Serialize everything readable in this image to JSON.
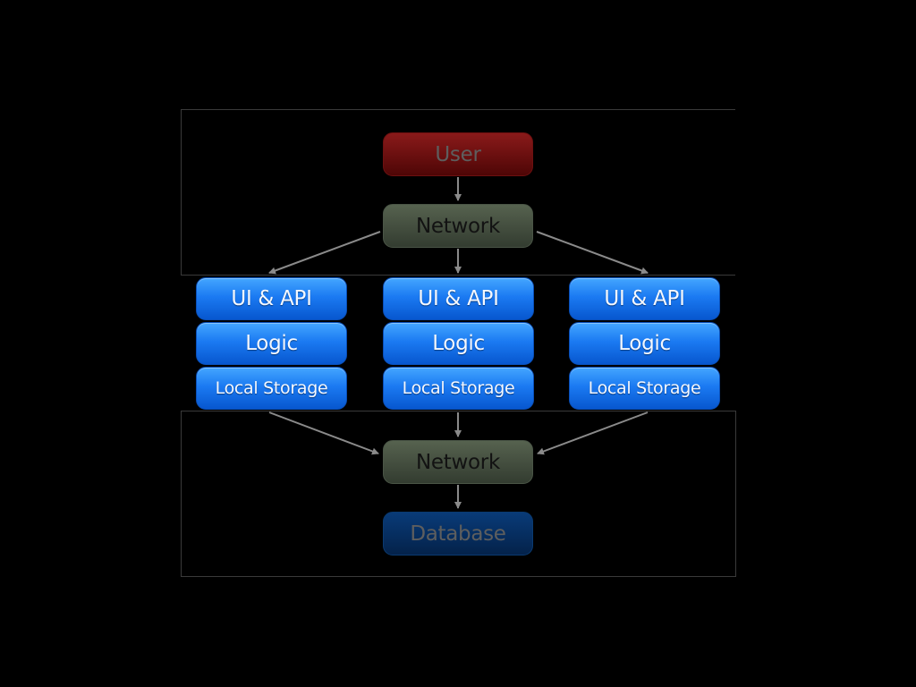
{
  "nodes": {
    "user": "User",
    "network_top": "Network",
    "network_bottom": "Network",
    "database": "Database"
  },
  "stacks": [
    {
      "ui": "UI & API",
      "logic": "Logic",
      "storage": "Local Storage"
    },
    {
      "ui": "UI & API",
      "logic": "Logic",
      "storage": "Local Storage"
    },
    {
      "ui": "UI & API",
      "logic": "Logic",
      "storage": "Local Storage"
    }
  ],
  "colors": {
    "user": "#6d1010",
    "network": "#4a5546",
    "database": "#0a3a70",
    "stack": "#1b7af2",
    "arrow": "#8a8a8a"
  }
}
